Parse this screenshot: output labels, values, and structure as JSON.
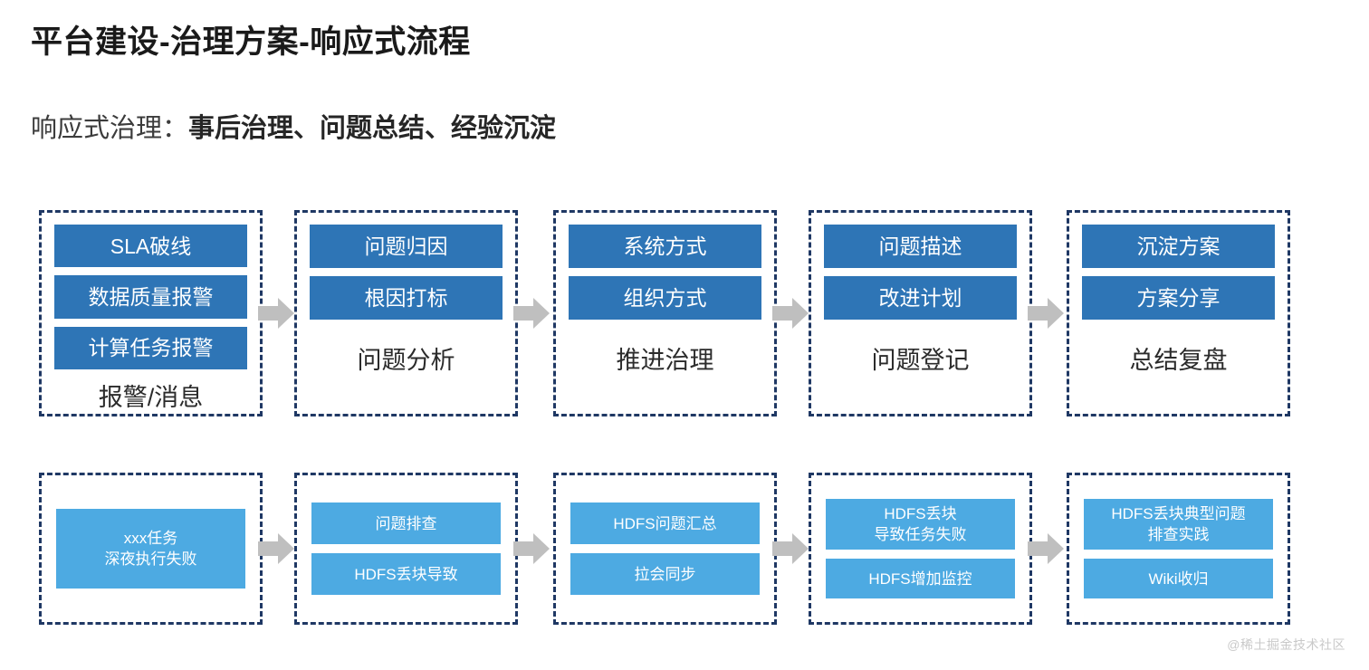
{
  "title": "平台建设-治理方案-响应式流程",
  "subtitle": {
    "lead": "响应式治理：",
    "strong": "事后治理、问题总结、经验沉淀"
  },
  "colors": {
    "dark_blue": "#2E75B6",
    "light_blue": "#4DAAE2",
    "dashed_border": "#1F3864",
    "arrow_gray": "#BFBFBF",
    "title_text": "#1a1a1a"
  },
  "arrow_icon": "right-block-arrow-icon",
  "top_row": {
    "groups": [
      {
        "label": "报警/消息",
        "items": [
          "SLA破线",
          "数据质量报警",
          "计算任务报警"
        ]
      },
      {
        "label": "问题分析",
        "items": [
          "问题归因",
          "根因打标"
        ]
      },
      {
        "label": "推进治理",
        "items": [
          "系统方式",
          "组织方式"
        ]
      },
      {
        "label": "问题登记",
        "items": [
          "问题描述",
          "改进计划"
        ]
      },
      {
        "label": "总结复盘",
        "items": [
          "沉淀方案",
          "方案分享"
        ]
      }
    ]
  },
  "bottom_row": {
    "groups": [
      {
        "items": [
          "xxx任务\n深夜执行失败"
        ]
      },
      {
        "items": [
          "问题排查",
          "HDFS丢块导致"
        ]
      },
      {
        "items": [
          "HDFS问题汇总",
          "拉会同步"
        ]
      },
      {
        "items": [
          "HDFS丢块\n导致任务失败",
          "HDFS增加监控"
        ]
      },
      {
        "items": [
          "HDFS丢块典型问题\n排查实践",
          "Wiki收归"
        ]
      }
    ]
  },
  "watermark": "@稀土掘金技术社区"
}
